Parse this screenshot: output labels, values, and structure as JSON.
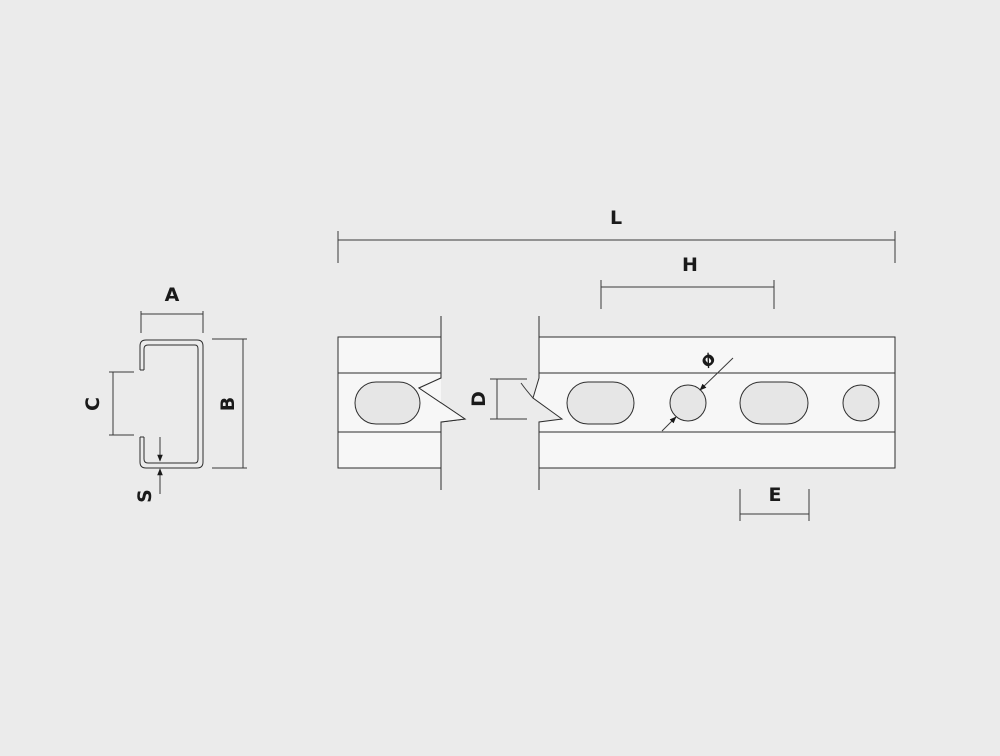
{
  "colors": {
    "background": "#ebebeb",
    "line": "#2e2e2e",
    "strip_fill": "#f7f7f7",
    "hole_fill": "#e6e6e6"
  },
  "labels": {
    "A": "A",
    "B": "B",
    "C": "C",
    "S": "S",
    "L": "L",
    "H": "H",
    "D": "D",
    "E": "E",
    "diameter": "ø"
  }
}
